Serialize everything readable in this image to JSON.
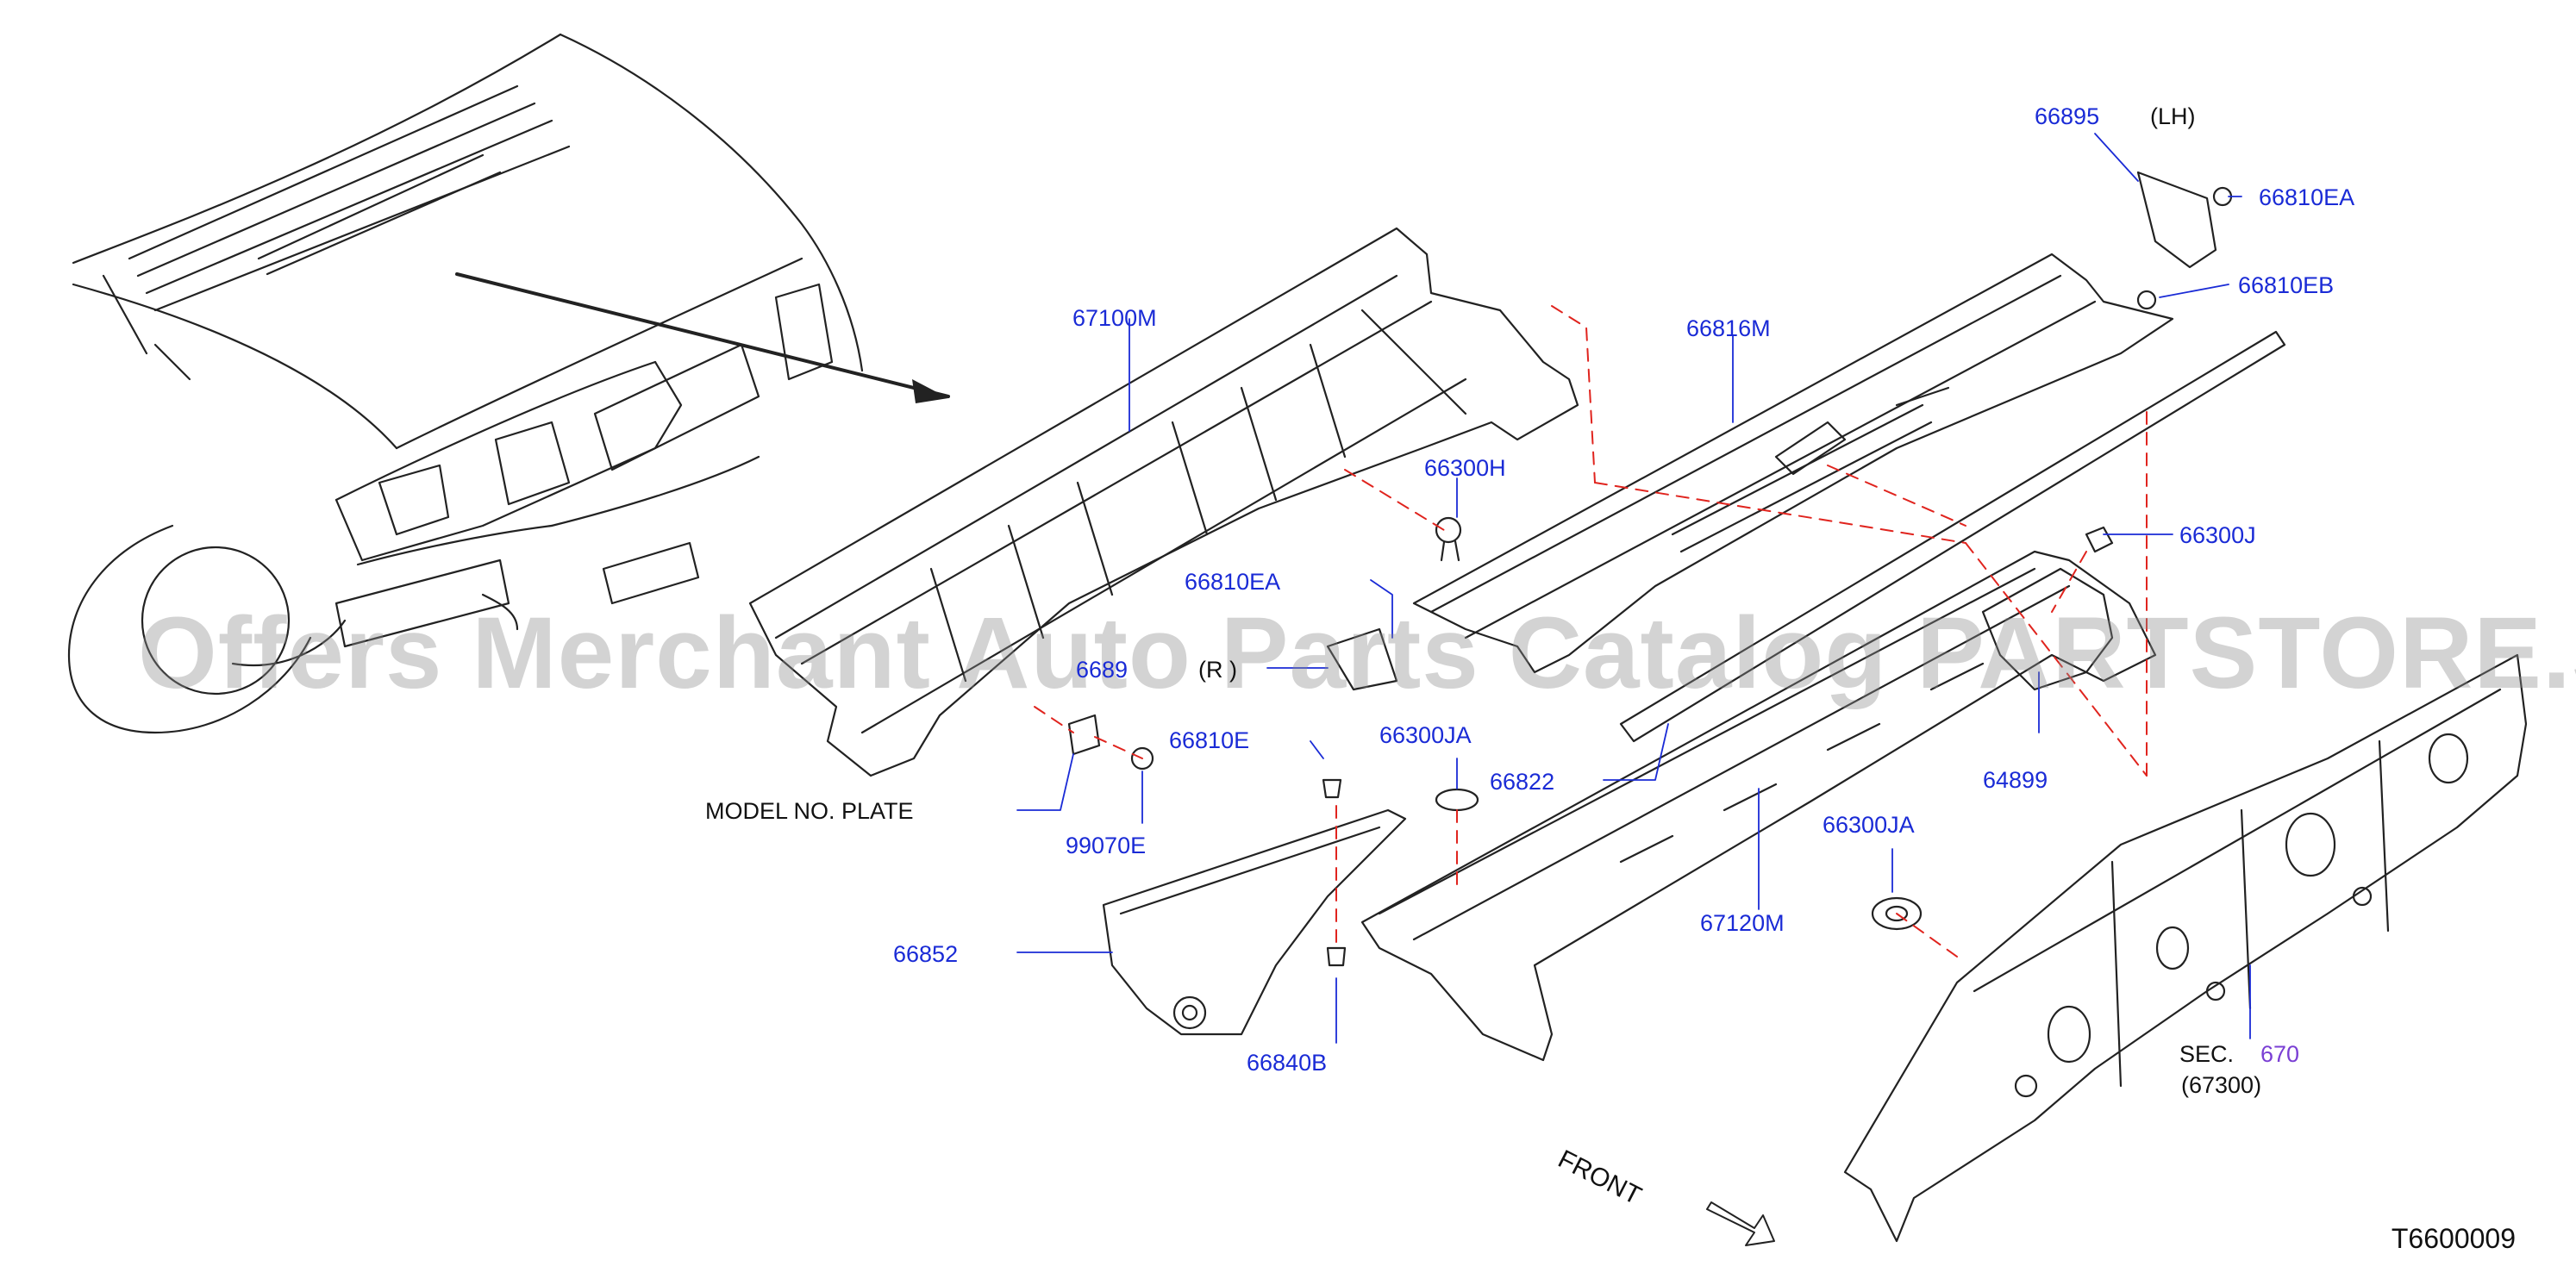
{
  "callouts": {
    "p66895": "66895",
    "lh": "(LH)",
    "p66810EA_top": "66810EA",
    "p66810EB": "66810EB",
    "p67100M": "67100M",
    "p66816M": "66816M",
    "p66300H": "66300H",
    "p66300J": "66300J",
    "p66810EA_mid": "66810EA",
    "p6689_partial": "6689",
    "rh_partial": "(R )",
    "p66810E": "66810E",
    "p66300JA_a": "66300JA",
    "p66822": "66822",
    "p64899": "64899",
    "model_plate": "MODEL   NO.   PLATE",
    "p99070E": "99070E",
    "p66300JA_b": "66300JA",
    "p67120M": "67120M",
    "p66852": "66852",
    "p66840B": "66840B",
    "sec": "SEC.",
    "sec_num": "670",
    "sec_ref": "(67300)",
    "front": "FRONT"
  },
  "watermark": "Offers Merchant Auto Parts Catalog PARTSTORE.SA",
  "diagram_code": "T6600009",
  "colors": {
    "callout_blue": "#1a2bd6",
    "dash_red": "#e0241e",
    "line": "#222222",
    "watermark": "#8c8c8c"
  }
}
